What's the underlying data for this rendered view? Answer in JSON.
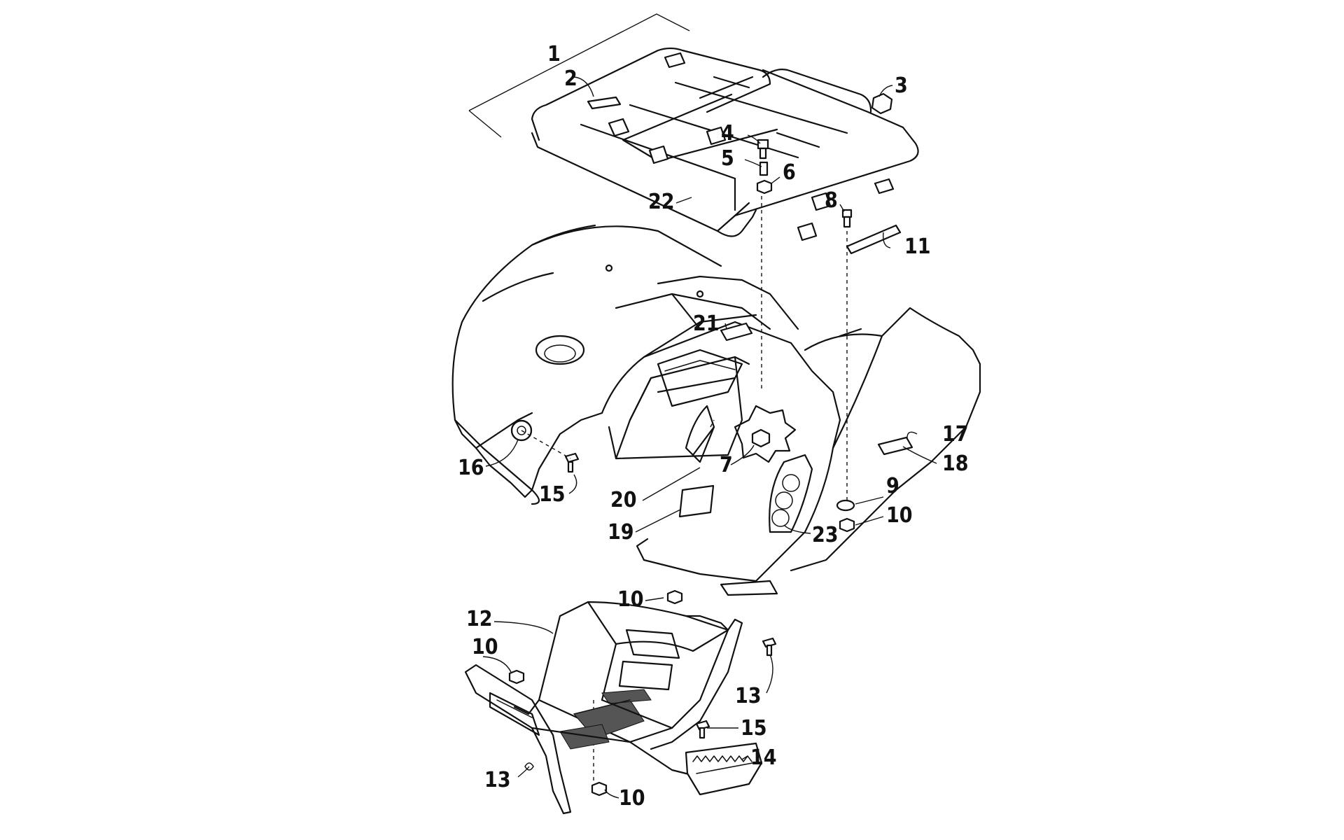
{
  "callouts": [
    {
      "id": "c1",
      "label": "1"
    },
    {
      "id": "c2",
      "label": "2"
    },
    {
      "id": "c3",
      "label": "3"
    },
    {
      "id": "c4",
      "label": "4"
    },
    {
      "id": "c5",
      "label": "5"
    },
    {
      "id": "c6",
      "label": "6"
    },
    {
      "id": "c7",
      "label": "7"
    },
    {
      "id": "c8",
      "label": "8"
    },
    {
      "id": "c9",
      "label": "9"
    },
    {
      "id": "c10a",
      "label": "10"
    },
    {
      "id": "c10b",
      "label": "10"
    },
    {
      "id": "c10c",
      "label": "10"
    },
    {
      "id": "c10d",
      "label": "10"
    },
    {
      "id": "c11",
      "label": "11"
    },
    {
      "id": "c12",
      "label": "12"
    },
    {
      "id": "c13a",
      "label": "13"
    },
    {
      "id": "c13b",
      "label": "13"
    },
    {
      "id": "c14",
      "label": "14"
    },
    {
      "id": "c15a",
      "label": "15"
    },
    {
      "id": "c15b",
      "label": "15"
    },
    {
      "id": "c16",
      "label": "16"
    },
    {
      "id": "c17",
      "label": "17"
    },
    {
      "id": "c18",
      "label": "18"
    },
    {
      "id": "c19",
      "label": "19"
    },
    {
      "id": "c20",
      "label": "20"
    },
    {
      "id": "c21",
      "label": "21"
    },
    {
      "id": "c22",
      "label": "22"
    },
    {
      "id": "c23",
      "label": "23"
    }
  ]
}
